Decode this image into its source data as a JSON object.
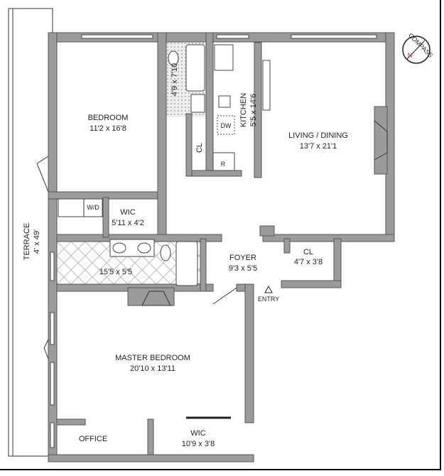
{
  "rooms": {
    "bedroom": {
      "name": "BEDROOM",
      "size": "11'2 x 16'8"
    },
    "wic_small": {
      "name": "WIC",
      "size": "5'11 x 4'2"
    },
    "wd": {
      "name": "W/D"
    },
    "terrace": {
      "name": "TERRACE",
      "size": "4' x 49'"
    },
    "bath_small": {
      "size": "4'9 x 7'10"
    },
    "kitchen": {
      "name": "KITCHEN",
      "size": "5'5 x 14'6"
    },
    "dw": {
      "name": "DW"
    },
    "fridge": {
      "name": "R"
    },
    "cl_hall": {
      "name": "CL"
    },
    "living": {
      "name": "LIVING / DINING",
      "size": "13'7 x 21'1"
    },
    "foyer": {
      "name": "FOYER",
      "size": "9'3 x 5'5"
    },
    "cl_foyer": {
      "name": "CL",
      "size": "4'7 x 3'8"
    },
    "entry": {
      "name": "ENTRY"
    },
    "master_bath": {
      "size": "15'5 x 5'5"
    },
    "master": {
      "name": "MASTER BEDROOM",
      "size": "20'10 x 13'11"
    },
    "office": {
      "name": "OFFICE"
    },
    "wic_master": {
      "name": "WIC",
      "size": "10'9 x 3'8"
    }
  },
  "compass": {
    "label": "COMPASS",
    "north": "N",
    "accent": "#d0202a"
  }
}
